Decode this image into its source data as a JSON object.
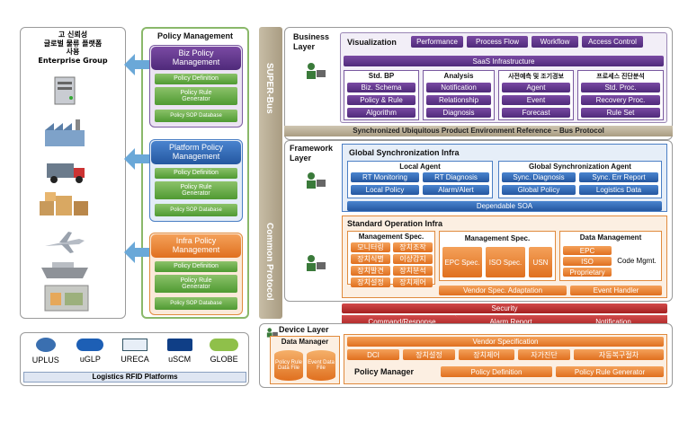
{
  "left": {
    "group_title": [
      "고 신뢰성",
      "글로벌 물류 플랫폼",
      "사용",
      "Enterprise Group"
    ],
    "platforms_title": "Logistics RFID Platforms",
    "platforms": [
      "UPLUS",
      "uGLP",
      "URECA",
      "uSCM",
      "GLOBE"
    ]
  },
  "policy": {
    "title": "Policy Management",
    "groups": [
      {
        "name": "Biz Policy Management",
        "items": [
          "Policy Definition",
          "Policy Rule Generator",
          "Policy SOP Database"
        ]
      },
      {
        "name": "Platform Policy Management",
        "items": [
          "Policy Definition",
          "Policy Rule Generator",
          "Policy SOP Database"
        ]
      },
      {
        "name": "Infra Policy Management",
        "items": [
          "Policy Definition",
          "Policy Rule Generator",
          "Policy SOP Database"
        ]
      }
    ]
  },
  "bus": {
    "top": "SUPER-Bus",
    "bottom": "Common Protocol"
  },
  "business": {
    "label": "Business Layer",
    "visualization": "Visualization",
    "viz_items": [
      "Performance",
      "Process Flow",
      "Workflow",
      "Access Control"
    ],
    "saas": "SaaS Infrastructure",
    "boxes": [
      {
        "title": "Std. BP",
        "items": [
          "Biz. Schema",
          "Policy & Rule",
          "Algorithm"
        ]
      },
      {
        "title": "Analysis",
        "items": [
          "Notification",
          "Relationship",
          "Diagnosis"
        ]
      },
      {
        "title": "사전예측 및 조기경보",
        "items": [
          "Agent",
          "Event",
          "Forecast"
        ]
      },
      {
        "title": "프로세스 진단분석",
        "items": [
          "Std. Proc.",
          "Recovery Proc.",
          "Rule Set"
        ]
      }
    ],
    "sync_bar": "Synchronized Ubiquitous Product Environment Reference – Bus Protocol"
  },
  "framework": {
    "label": "Framework Layer",
    "gsi": "Global Synchronization Infra",
    "local_agent": "Local Agent",
    "local_items": [
      "RT Monitoring",
      "RT Diagnosis",
      "Local Policy",
      "Alarm/Alert"
    ],
    "global_agent": "Global Synchronization Agent",
    "global_items": [
      "Sync. Diagnosis",
      "Sync. Err Report",
      "Global Policy",
      "Logistics Data"
    ],
    "soa": "Dependable SOA",
    "soi": "Standard Operation Infra",
    "mgmt1_title": "Management Spec.",
    "mgmt1_items": [
      "모니터링",
      "장치조작",
      "장치식별",
      "이상감지",
      "장치발견",
      "장치분석",
      "장치설정",
      "장치제어"
    ],
    "mgmt2_title": "Management Spec.",
    "mgmt2_items": [
      "EPC Spec.",
      "ISO Spec.",
      "USN"
    ],
    "dm_title": "Data Management",
    "dm_items": [
      "EPC",
      "ISO",
      "Proprietary"
    ],
    "dm_code": "Code Mgmt.",
    "vendor_adapt": "Vendor Spec. Adaptation",
    "event_handler": "Event Handler"
  },
  "security": {
    "title": "Security",
    "items": [
      "Command/Response",
      "Alarm Report",
      "Notification"
    ]
  },
  "device": {
    "label": "Device Layer",
    "data_manager": "Data Manager",
    "dbs": [
      "Policy Rule Data File",
      "Event Data File"
    ],
    "vendor_spec": "Vendor Specification",
    "items": [
      "DCI",
      "장치설정",
      "장치제어",
      "자가진단",
      "자동복구절차"
    ],
    "policy_manager": "Policy Manager",
    "pm_items": [
      "Policy Definition",
      "Policy Rule Generator"
    ]
  },
  "colors": {
    "purple": "#5a3088",
    "blue": "#2e63ad",
    "orange": "#e8802e",
    "green": "#5aa53c",
    "bus": "#b0a48c",
    "red": "#b02a2a"
  }
}
